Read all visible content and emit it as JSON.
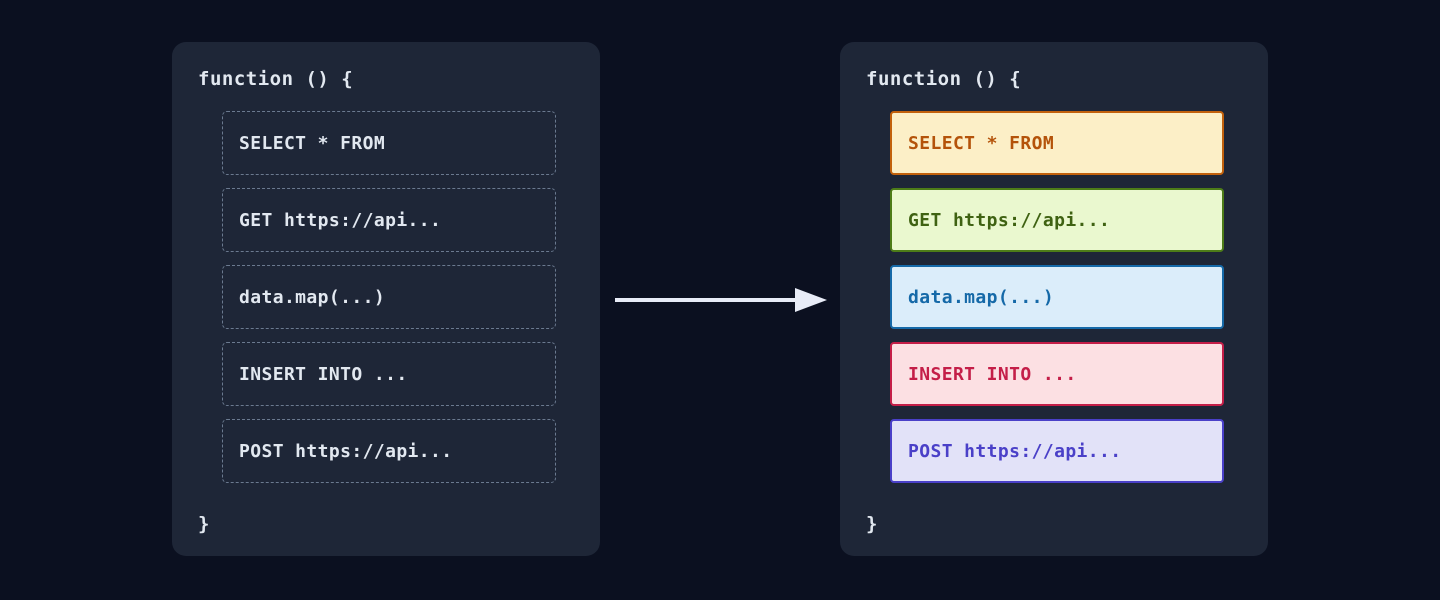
{
  "page": {
    "background": "#0b1020",
    "panel_background": "#1e2637"
  },
  "arrow": {
    "name": "transform-arrow",
    "direction": "right",
    "color": "#e8ecf7"
  },
  "panels": [
    {
      "id": "before",
      "open_brace": "function () {",
      "close_brace": "}",
      "style": "dashed-outline",
      "statements": [
        {
          "text": "SELECT * FROM",
          "kind": "sql-select"
        },
        {
          "text": "GET https://api...",
          "kind": "http-get"
        },
        {
          "text": "data.map(...)",
          "kind": "js-map"
        },
        {
          "text": "INSERT INTO ...",
          "kind": "sql-insert"
        },
        {
          "text": "POST https://api...",
          "kind": "http-post"
        }
      ],
      "colors": {
        "border": "#6b7a90",
        "text": "#e2e8f0",
        "fill": "transparent"
      }
    },
    {
      "id": "after",
      "open_brace": "function () {",
      "close_brace": "}",
      "style": "highlighted",
      "statements": [
        {
          "text": "SELECT * FROM",
          "kind": "sql-select",
          "fill": "#fcefc7",
          "border": "#c2610c",
          "text_color": "#b4530a"
        },
        {
          "text": "GET https://api...",
          "kind": "http-get",
          "fill": "#eaf8cf",
          "border": "#4d7c18",
          "text_color": "#3f6212"
        },
        {
          "text": "data.map(...)",
          "kind": "js-map",
          "fill": "#dbedfa",
          "border": "#1569a8",
          "text_color": "#1569a8"
        },
        {
          "text": "INSERT INTO ...",
          "kind": "sql-insert",
          "fill": "#fce0e3",
          "border": "#c41e48",
          "text_color": "#c41e48"
        },
        {
          "text": "POST https://api...",
          "kind": "http-post",
          "fill": "#e2e2f8",
          "border": "#4a40c8",
          "text_color": "#4a40c8"
        }
      ]
    }
  ]
}
